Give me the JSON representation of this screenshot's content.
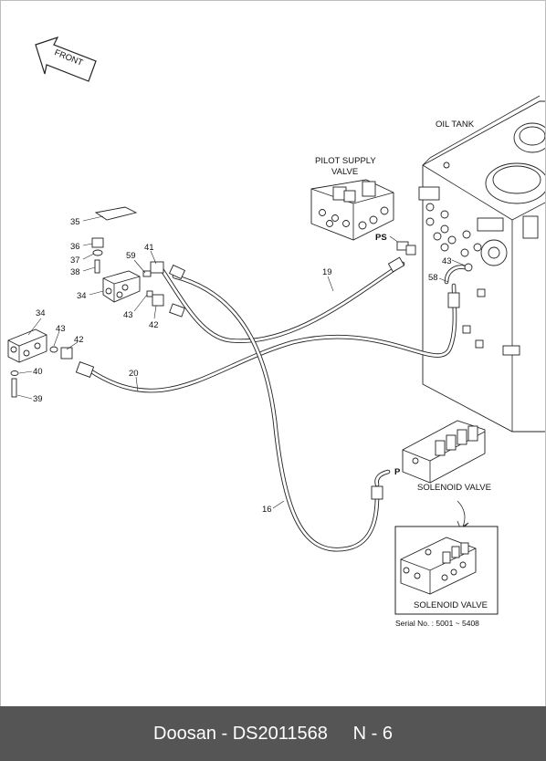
{
  "diagram": {
    "direction_label": "FRONT",
    "labels": {
      "oil_tank": "OIL TANK",
      "pilot_supply_valve_line1": "PILOT SUPPLY",
      "pilot_supply_valve_line2": "VALVE",
      "port_ps": "PS",
      "port_p": "P",
      "solenoid_valve": "SOLENOID VALVE",
      "solenoid_valve_detail": "SOLENOID VALVE",
      "serial_note": "Serial No. : 5001 ~ 5408"
    },
    "part_numbers": {
      "p35": "35",
      "p36": "36",
      "p37": "37",
      "p38": "38",
      "p34a": "34",
      "p59": "59",
      "p41": "41",
      "p43a": "43",
      "p42a": "42",
      "p34b": "34",
      "p43b": "43",
      "p42b": "42",
      "p40": "40",
      "p39": "39",
      "p20": "20",
      "p19": "19",
      "p16": "16",
      "p43c": "43",
      "p58": "58"
    }
  },
  "footer": {
    "text": "Doosan - DS2011568     N - 6"
  }
}
